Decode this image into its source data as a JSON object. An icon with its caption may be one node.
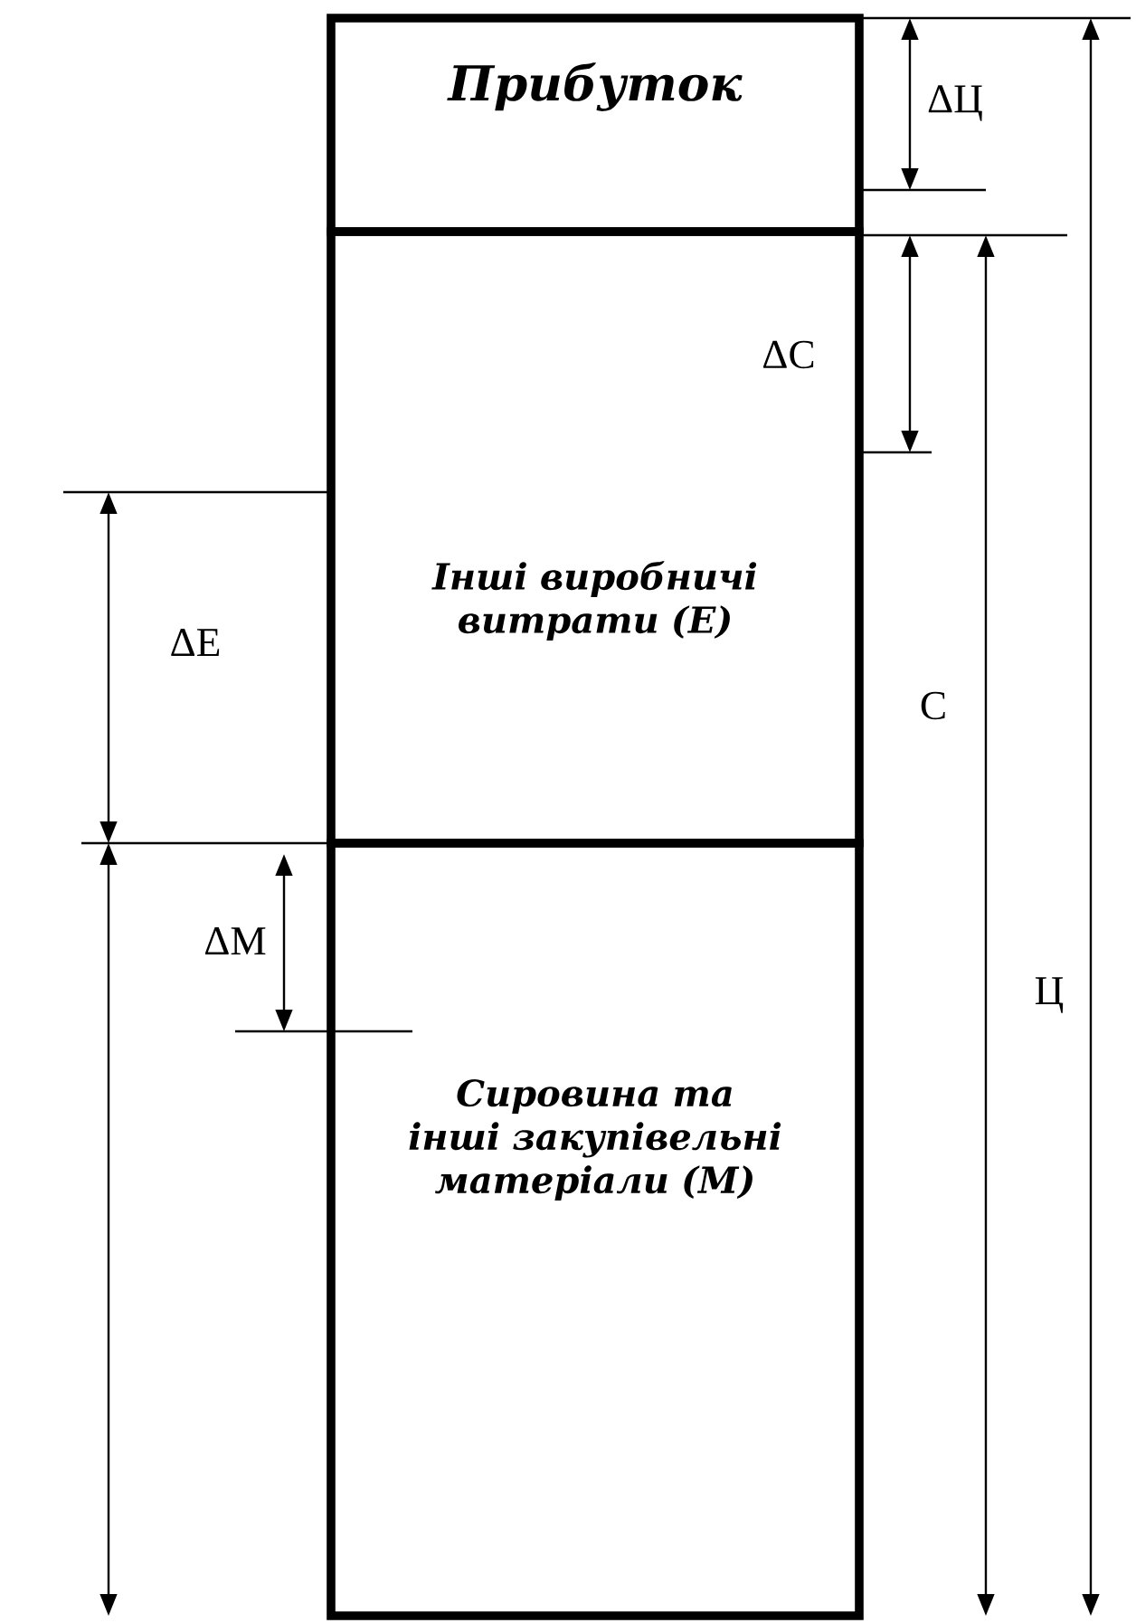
{
  "diagram": {
    "nodes": [
      {
        "text": [
          "Прибуток"
        ]
      },
      {
        "text": [
          "Інші виробничі витрати (Е)"
        ]
      },
      {
        "text": [
          "Сировина та інші закупівельні матеріали (М)"
        ]
      }
    ],
    "labels": [
      "ΔЦ",
      "ΔС",
      "ΔЕ",
      "С",
      "ΔМ",
      "Ц"
    ]
  }
}
